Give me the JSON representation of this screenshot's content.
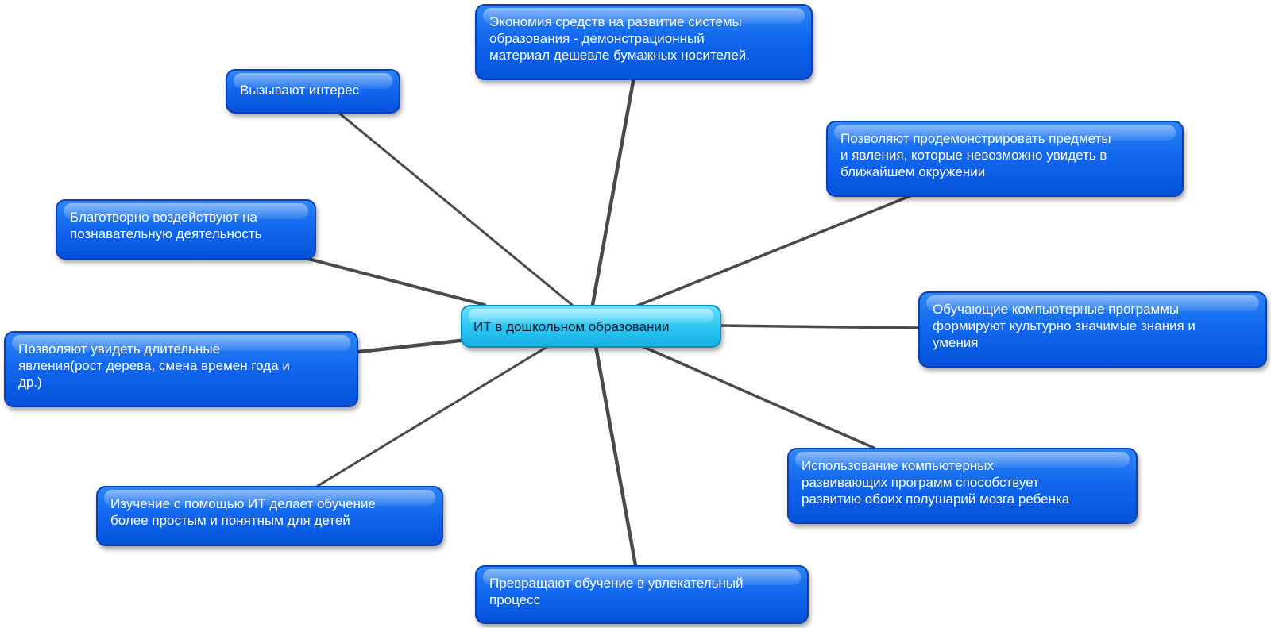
{
  "central": {
    "label": "ИТ в дошкольном образовании"
  },
  "branches": [
    {
      "id": "economy",
      "label": "Экономия средств на развитие системы\nобразования - демонстрационный\nматериал дешевле бумажных носителей."
    },
    {
      "id": "interest",
      "label": "Вызывают интерес"
    },
    {
      "id": "demonstrate",
      "label": "Позволяют продемонстрировать предметы\nи явления, которые невозможно  увидеть в\nближайшем окружении"
    },
    {
      "id": "cognitive",
      "label": "Благотворно воздействуют на\nпознавательную деятельность"
    },
    {
      "id": "programs",
      "label": "Обучающие компьютерные программы\nформируют культурно значимые знания и\nумения"
    },
    {
      "id": "long-phenomena",
      "label": "Позволяют увидеть длительные\nявления(рост дерева, смена времен года и\nдр.)"
    },
    {
      "id": "hemispheres",
      "label": "Использование компьютерных\nразвивающих программ способствует\nразвитию обоих полушарий мозга ребенка"
    },
    {
      "id": "simpler",
      "label": "Изучение с помощью ИТ делает обучение\nболее простым и понятным для детей"
    },
    {
      "id": "exciting",
      "label": "Превращают обучение в увлекательный\nпроцесс"
    }
  ],
  "colors": {
    "branch_fill": "#1168ee",
    "branch_border": "#0a3fb5",
    "central_fill": "#2dc7f2",
    "central_border": "#0c8fc4",
    "connector": "#4a4a4a"
  }
}
